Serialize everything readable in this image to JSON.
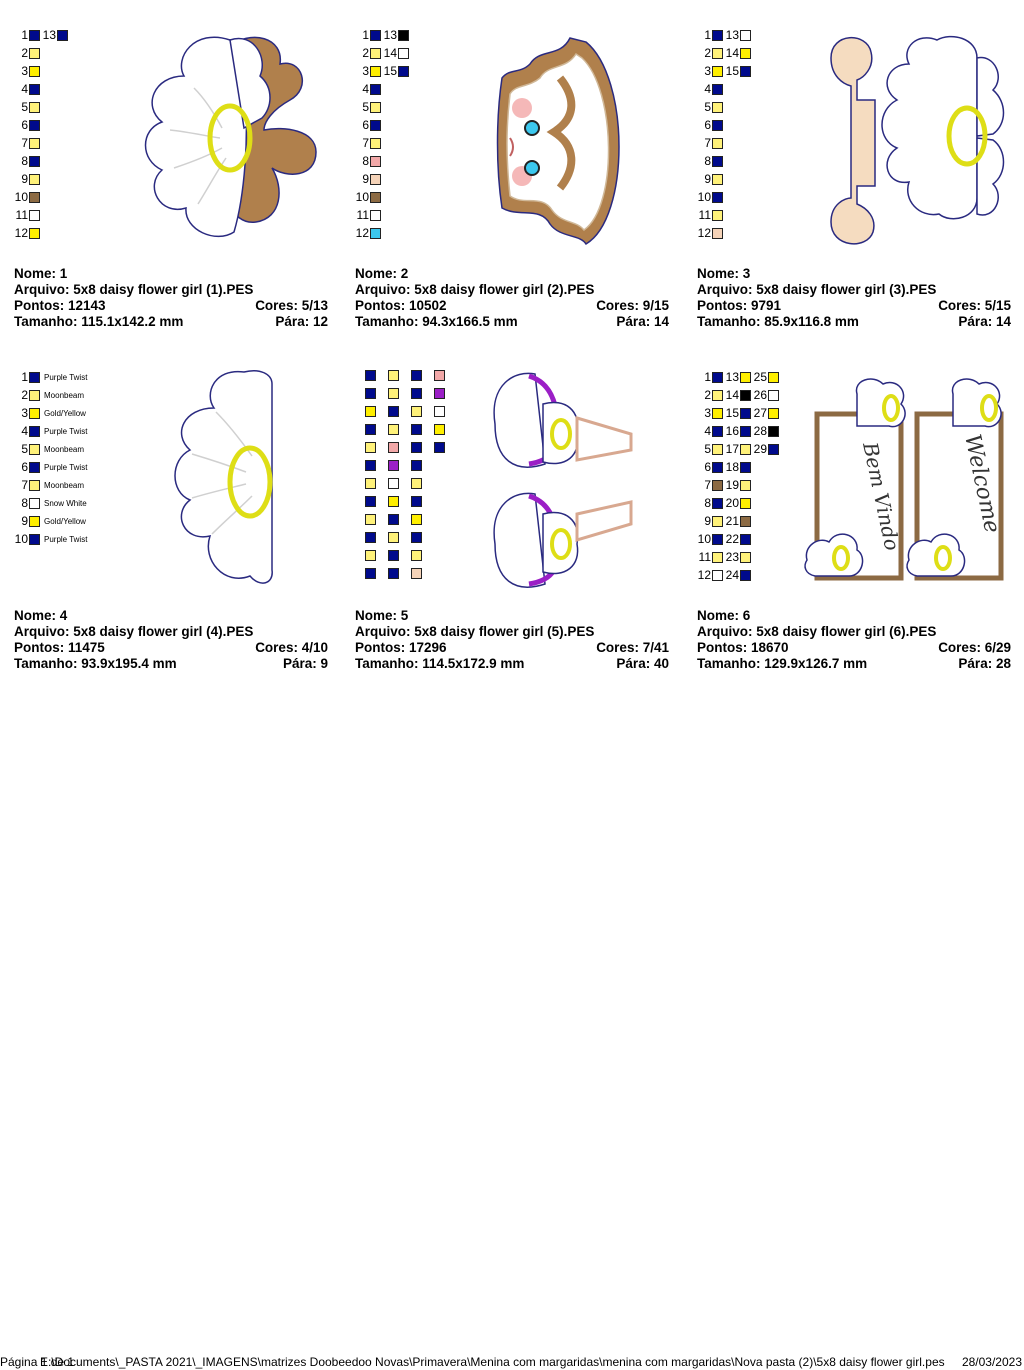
{
  "colors": {
    "navy": "#000a8c",
    "yellow": "#ffef00",
    "paleyellow": "#fff27a",
    "brown": "#8c6a43",
    "white": "#ffffff",
    "black": "#000000",
    "pink": "#f2a8a8",
    "peach": "#f5d3b8",
    "cyan": "#3cc8ee",
    "purple": "#9b1fc6"
  },
  "labels": {
    "nome": "Nome:",
    "arquivo": "Arquivo:",
    "pontos": "Pontos:",
    "cores": "Cores:",
    "tamanho": "Tamanho:",
    "para": "Pára:"
  },
  "designs": [
    {
      "nome": "1",
      "arquivo": "5x8 daisy flower girl (1).PES",
      "pontos": "12143",
      "cores": "5/13",
      "tamanho": "115.1x142.2 mm",
      "para": "12",
      "swatches": [
        {
          "num": "1",
          "color": "navy"
        },
        {
          "num": "2",
          "color": "paleyellow"
        },
        {
          "num": "3",
          "color": "yellow"
        },
        {
          "num": "4",
          "color": "navy"
        },
        {
          "num": "5",
          "color": "paleyellow"
        },
        {
          "num": "6",
          "color": "navy"
        },
        {
          "num": "7",
          "color": "paleyellow"
        },
        {
          "num": "8",
          "color": "navy"
        },
        {
          "num": "9",
          "color": "paleyellow"
        },
        {
          "num": "10",
          "color": "brown"
        },
        {
          "num": "11",
          "color": "white"
        },
        {
          "num": "12",
          "color": "yellow"
        },
        {
          "num": "13",
          "color": "navy"
        }
      ]
    },
    {
      "nome": "2",
      "arquivo": "5x8 daisy flower girl (2).PES",
      "pontos": "10502",
      "cores": "9/15",
      "tamanho": "94.3x166.5 mm",
      "para": "14",
      "swatches": [
        {
          "num": "1",
          "color": "navy"
        },
        {
          "num": "2",
          "color": "paleyellow"
        },
        {
          "num": "3",
          "color": "yellow"
        },
        {
          "num": "4",
          "color": "navy"
        },
        {
          "num": "5",
          "color": "paleyellow"
        },
        {
          "num": "6",
          "color": "navy"
        },
        {
          "num": "7",
          "color": "paleyellow"
        },
        {
          "num": "8",
          "color": "pink"
        },
        {
          "num": "9",
          "color": "peach"
        },
        {
          "num": "10",
          "color": "brown"
        },
        {
          "num": "11",
          "color": "white"
        },
        {
          "num": "12",
          "color": "cyan"
        },
        {
          "num": "13",
          "color": "black"
        },
        {
          "num": "14",
          "color": "white"
        },
        {
          "num": "15",
          "color": "navy"
        }
      ]
    },
    {
      "nome": "3",
      "arquivo": "5x8 daisy flower girl (3).PES",
      "pontos": "9791",
      "cores": "5/15",
      "tamanho": "85.9x116.8 mm",
      "para": "14",
      "swatches": [
        {
          "num": "1",
          "color": "navy"
        },
        {
          "num": "2",
          "color": "paleyellow"
        },
        {
          "num": "3",
          "color": "yellow"
        },
        {
          "num": "4",
          "color": "navy"
        },
        {
          "num": "5",
          "color": "paleyellow"
        },
        {
          "num": "6",
          "color": "navy"
        },
        {
          "num": "7",
          "color": "paleyellow"
        },
        {
          "num": "8",
          "color": "navy"
        },
        {
          "num": "9",
          "color": "paleyellow"
        },
        {
          "num": "10",
          "color": "navy"
        },
        {
          "num": "11",
          "color": "paleyellow"
        },
        {
          "num": "12",
          "color": "peach"
        },
        {
          "num": "13",
          "color": "white"
        },
        {
          "num": "14",
          "color": "yellow"
        },
        {
          "num": "15",
          "color": "navy"
        }
      ]
    },
    {
      "nome": "4",
      "arquivo": "5x8 daisy flower girl (4).PES",
      "pontos": "11475",
      "cores": "4/10",
      "tamanho": "93.9x195.4 mm",
      "para": "9",
      "swatches": [
        {
          "num": "1",
          "color": "navy",
          "name": "Purple Twist"
        },
        {
          "num": "2",
          "color": "paleyellow",
          "name": "Moonbeam"
        },
        {
          "num": "3",
          "color": "yellow",
          "name": "Gold/Yellow"
        },
        {
          "num": "4",
          "color": "navy",
          "name": "Purple Twist"
        },
        {
          "num": "5",
          "color": "paleyellow",
          "name": "Moonbeam"
        },
        {
          "num": "6",
          "color": "navy",
          "name": "Purple Twist"
        },
        {
          "num": "7",
          "color": "paleyellow",
          "name": "Moonbeam"
        },
        {
          "num": "8",
          "color": "white",
          "name": "Snow White"
        },
        {
          "num": "9",
          "color": "yellow",
          "name": "Gold/Yellow"
        },
        {
          "num": "10",
          "color": "navy",
          "name": "Purple Twist"
        }
      ]
    },
    {
      "nome": "5",
      "arquivo": "5x8 daisy flower girl (5).PES",
      "pontos": "17296",
      "cores": "7/41",
      "tamanho": "114.5x172.9 mm",
      "para": "40",
      "grid": [
        [
          "navy",
          "paleyellow",
          "navy",
          "pink"
        ],
        [
          "navy",
          "paleyellow",
          "navy",
          "purple"
        ],
        [
          "yellow",
          "navy",
          "paleyellow",
          "white"
        ],
        [
          "navy",
          "paleyellow",
          "navy",
          "yellow"
        ],
        [
          "paleyellow",
          "pink",
          "navy",
          "navy"
        ],
        [
          "navy",
          "purple",
          "navy"
        ],
        [
          "paleyellow",
          "white",
          "paleyellow"
        ],
        [
          "navy",
          "yellow",
          "navy"
        ],
        [
          "paleyellow",
          "navy",
          "yellow"
        ],
        [
          "navy",
          "paleyellow",
          "navy"
        ],
        [
          "paleyellow",
          "navy",
          "paleyellow"
        ],
        [
          "navy",
          "navy",
          "peach"
        ]
      ]
    },
    {
      "nome": "6",
      "arquivo": "5x8 daisy flower girl (6).PES",
      "pontos": "18670",
      "cores": "6/29",
      "tamanho": "129.9x126.7 mm",
      "para": "28",
      "swatches": [
        {
          "num": "1",
          "color": "navy"
        },
        {
          "num": "2",
          "color": "paleyellow"
        },
        {
          "num": "3",
          "color": "yellow"
        },
        {
          "num": "4",
          "color": "navy"
        },
        {
          "num": "5",
          "color": "paleyellow"
        },
        {
          "num": "6",
          "color": "navy"
        },
        {
          "num": "7",
          "color": "brown"
        },
        {
          "num": "8",
          "color": "navy"
        },
        {
          "num": "9",
          "color": "paleyellow"
        },
        {
          "num": "10",
          "color": "navy"
        },
        {
          "num": "11",
          "color": "paleyellow"
        },
        {
          "num": "12",
          "color": "white"
        },
        {
          "num": "13",
          "color": "yellow"
        },
        {
          "num": "14",
          "color": "black"
        },
        {
          "num": "15",
          "color": "navy"
        },
        {
          "num": "16",
          "color": "navy"
        },
        {
          "num": "17",
          "color": "paleyellow"
        },
        {
          "num": "18",
          "color": "navy"
        },
        {
          "num": "19",
          "color": "paleyellow"
        },
        {
          "num": "20",
          "color": "yellow"
        },
        {
          "num": "21",
          "color": "brown"
        },
        {
          "num": "22",
          "color": "navy"
        },
        {
          "num": "23",
          "color": "paleyellow"
        },
        {
          "num": "24",
          "color": "navy"
        },
        {
          "num": "25",
          "color": "yellow"
        },
        {
          "num": "26",
          "color": "white"
        },
        {
          "num": "27",
          "color": "yellow"
        },
        {
          "num": "28",
          "color": "black"
        },
        {
          "num": "29",
          "color": "navy"
        }
      ],
      "sign_left": "Bem Vindo",
      "sign_right": "Welcome"
    }
  ],
  "footer": {
    "page": "Página 1 de 1",
    "path": "E:\\Documents\\_PASTA 2021\\_IMAGENS\\matrizes Doobeedoo Novas\\Primavera\\Menina com margaridas\\menina com margaridas\\Nova pasta (2)\\5x8 daisy flower girl.pes",
    "date": "28/03/2023"
  }
}
